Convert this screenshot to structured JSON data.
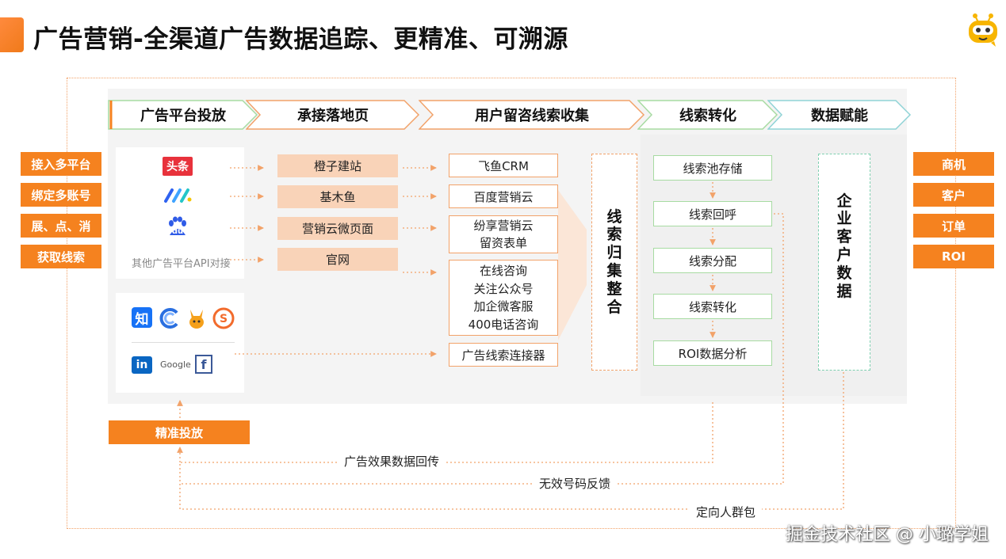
{
  "title": "广告营销-全渠道广告数据追踪、更精准、可溯源",
  "stages": [
    "广告平台投放",
    "承接落地页",
    "用户留咨线索收集",
    "线索转化",
    "数据赋能"
  ],
  "left_buttons": [
    "接入多平台",
    "绑定多账号",
    "展、点、消",
    "获取线索"
  ],
  "right_buttons": [
    "商机",
    "客户",
    "订单",
    "ROI"
  ],
  "platforms": {
    "toutiao_label": "头条",
    "baidu_label": "du",
    "other_note": "其他广告平台API对接",
    "zhihu_label": "知",
    "linkedin_label": "in",
    "google_label": "Google",
    "facebook_label": "f"
  },
  "landing_pages": [
    "橙子建站",
    "基木鱼",
    "营销云微页面",
    "官网"
  ],
  "lead_sources": [
    "飞鱼CRM",
    "百度营销云",
    "纷享营销云",
    "留资表单",
    "在线咨询",
    "关注公众号",
    "加企微客服",
    "400电话咨询",
    "广告线索连接器"
  ],
  "lead_merge": [
    "线",
    "索",
    "归",
    "集",
    "整",
    "合"
  ],
  "conversion_steps": [
    "线索池存储",
    "线索回呼",
    "线索分配",
    "线索转化",
    "ROI数据分析"
  ],
  "customer_data": [
    "企",
    "业",
    "客",
    "户",
    "数",
    "据"
  ],
  "precise_button": "精准投放",
  "feedback_labels": [
    "广告效果数据回传",
    "无效号码反馈",
    "定向人群包"
  ],
  "watermark": "掘金技术社区 @ 小璐学姐",
  "colors": {
    "accent": "#f5821f",
    "orange_line": "#f2a269",
    "green_line": "#a7dba2",
    "peach": "#f9d3b8"
  }
}
